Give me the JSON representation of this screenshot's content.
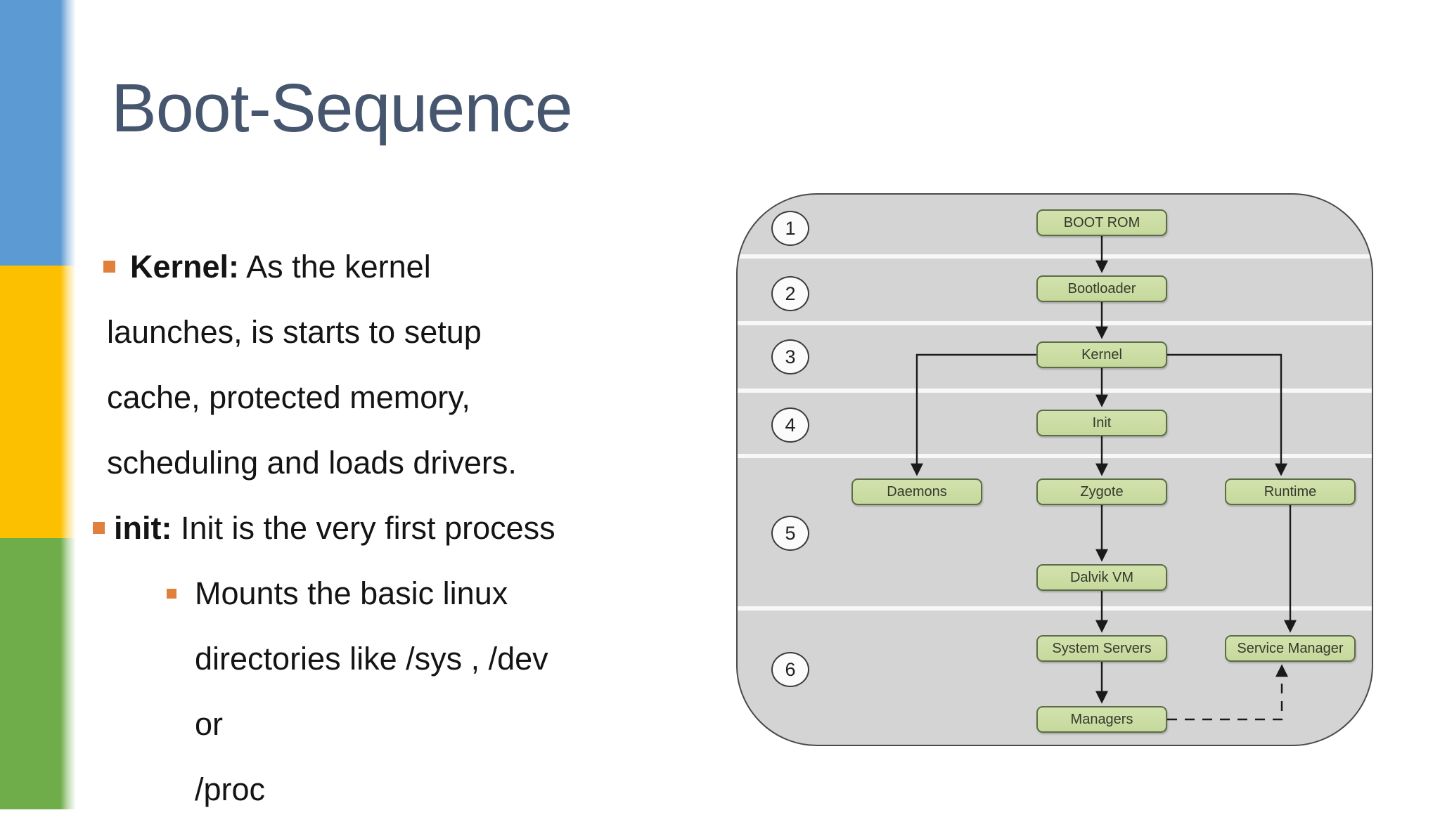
{
  "slide": {
    "title": "Boot-Sequence"
  },
  "content": {
    "bullet1": {
      "bold": "Kernel:",
      "rest": " As the kernel",
      "line2": "launches, is starts to setup",
      "line3": "cache, protected memory,",
      "line4": "scheduling and loads drivers."
    },
    "bullet2": {
      "bold": "init:",
      "rest": " Init is the very first process"
    },
    "sub_bullet": {
      "line1": "Mounts the basic linux",
      "line2": "directories like /sys , /dev",
      "line3": "or",
      "line4": "/proc"
    }
  },
  "diagram": {
    "steps": [
      "1",
      "2",
      "3",
      "4",
      "5",
      "6"
    ],
    "nodes": {
      "boot_rom": "BOOT ROM",
      "bootloader": "Bootloader",
      "kernel": "Kernel",
      "init": "Init",
      "daemons": "Daemons",
      "zygote": "Zygote",
      "runtime": "Runtime",
      "dalvik_vm": "Dalvik VM",
      "system_servers": "System Servers",
      "service_manager": "Service Manager",
      "managers": "Managers"
    }
  },
  "colors": {
    "sidebar_blue": "#5b9ad2",
    "sidebar_yellow": "#fdc001",
    "sidebar_green": "#6fad4a",
    "bullet_orange": "#e1803c",
    "title_text": "#46566e",
    "panel_background": "#d4d4d4",
    "node_fill": "#cbdda3",
    "node_border": "#5c6c45"
  }
}
